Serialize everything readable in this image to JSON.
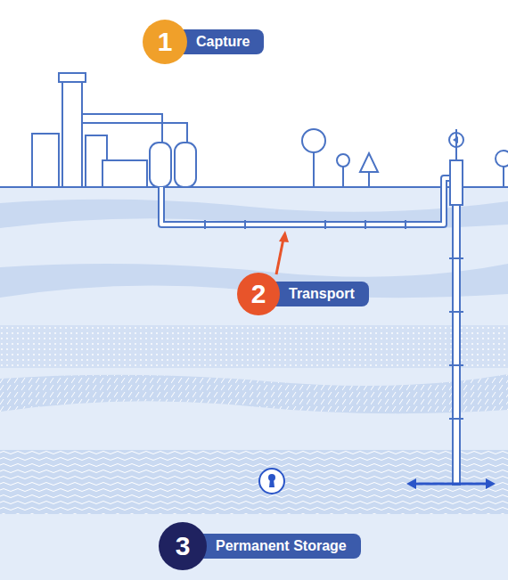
{
  "diagram": {
    "nodes": [
      {
        "text": [
          "1",
          "Capture"
        ]
      },
      {
        "text": [
          "2",
          "Transport"
        ]
      },
      {
        "text": [
          "3",
          "Permanent Storage"
        ]
      }
    ]
  }
}
